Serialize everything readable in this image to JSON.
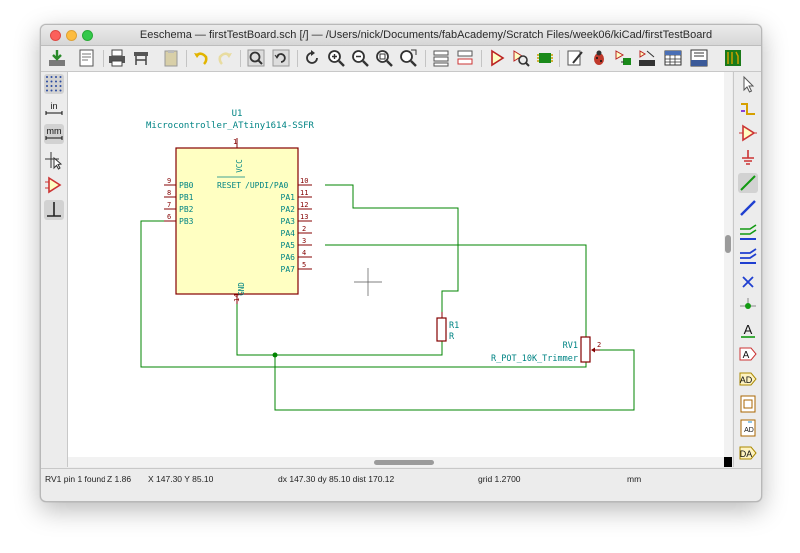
{
  "window": {
    "title": "Eeschema — firstTestBoard.sch [/] — /Users/nick/Documents/fabAcademy/Scratch Files/week06/kiCad/firstTestBoard"
  },
  "left_toolbar": {
    "units_in": "in",
    "units_mm": "mm"
  },
  "schematic": {
    "u1": {
      "reference": "U1",
      "value": "Microcontroller_ATtiny1614-SSFR",
      "vcc_label": "VCC",
      "vcc_pin": "1",
      "gnd_label": "GND",
      "gnd_pin": "14",
      "left_pins": [
        {
          "name": "PB0",
          "num": "9"
        },
        {
          "name": "PB1",
          "num": "8"
        },
        {
          "name": "PB2",
          "num": "7"
        },
        {
          "name": "PB3",
          "num": "6"
        }
      ],
      "right_pins": [
        {
          "name_overbar": "RESET",
          "name": "/UPDI/PA0",
          "num": "10"
        },
        {
          "name": "PA1",
          "num": "11"
        },
        {
          "name": "PA2",
          "num": "12"
        },
        {
          "name": "PA3",
          "num": "13"
        },
        {
          "name": "PA4",
          "num": "2"
        },
        {
          "name": "PA5",
          "num": "3"
        },
        {
          "name": "PA6",
          "num": "4"
        },
        {
          "name": "PA7",
          "num": "5"
        }
      ]
    },
    "r1": {
      "reference": "R1",
      "value": "R"
    },
    "rv1": {
      "reference": "RV1",
      "value": "R_POT_10K_Trimmer",
      "wiper_pin": "2"
    }
  },
  "statusbar": {
    "message": "RV1 pin 1 found",
    "zoom": "Z 1.86",
    "xy": "X 147.30  Y 85.10",
    "dxy": "dx 147.30  dy 85.10  dist 170.12",
    "grid": "grid 1.2700",
    "units": "mm"
  },
  "colors": {
    "symbol_body": "#ffffc2",
    "symbol_outline": "#840000",
    "wire": "#008400",
    "pin_text": "#008484",
    "ref_text": "#008484"
  }
}
